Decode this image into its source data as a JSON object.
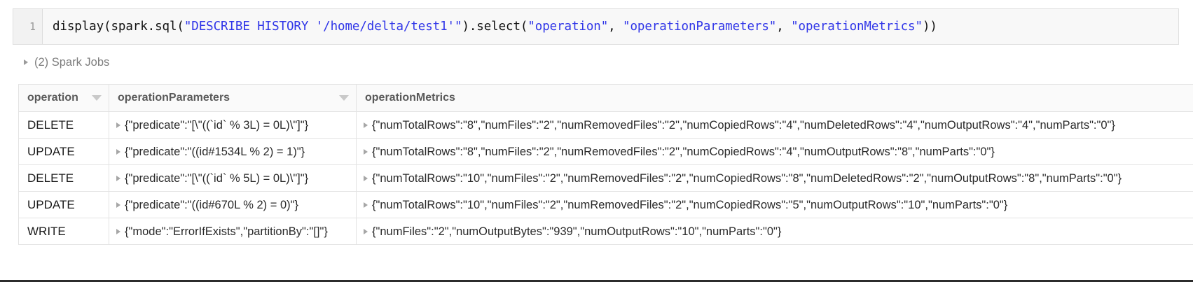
{
  "notebook": {
    "line_number": "1",
    "code_segments": [
      {
        "text": "display(spark.sql(",
        "type": "plain"
      },
      {
        "text": "\"DESCRIBE HISTORY '/home/delta/test1'\"",
        "type": "string"
      },
      {
        "text": ").select(",
        "type": "plain"
      },
      {
        "text": "\"operation\"",
        "type": "string"
      },
      {
        "text": ", ",
        "type": "plain"
      },
      {
        "text": "\"operationParameters\"",
        "type": "string"
      },
      {
        "text": ", ",
        "type": "plain"
      },
      {
        "text": "\"operationMetrics\"",
        "type": "string"
      },
      {
        "text": "))",
        "type": "plain"
      }
    ],
    "code_plain": "display(spark.sql(\"DESCRIBE HISTORY '/home/delta/test1'\").select(\"operation\", \"operationParameters\", \"operationMetrics\"))",
    "spark_jobs_label": "(2) Spark Jobs",
    "spark_jobs_expanded": false
  },
  "table": {
    "columns": [
      {
        "label": "operation",
        "has_sort_caret": true
      },
      {
        "label": "operationParameters",
        "has_sort_caret": true
      },
      {
        "label": "operationMetrics",
        "has_sort_caret": false
      }
    ],
    "rows": [
      {
        "operation": "DELETE",
        "operationParameters": "{\"predicate\":\"[\\\"((`id` % 3L) = 0L)\\\"]\"}",
        "operationMetrics": "{\"numTotalRows\":\"8\",\"numFiles\":\"2\",\"numRemovedFiles\":\"2\",\"numCopiedRows\":\"4\",\"numDeletedRows\":\"4\",\"numOutputRows\":\"4\",\"numParts\":\"0\"}"
      },
      {
        "operation": "UPDATE",
        "operationParameters": "{\"predicate\":\"((id#1534L % 2) = 1)\"}",
        "operationMetrics": "{\"numTotalRows\":\"8\",\"numFiles\":\"2\",\"numRemovedFiles\":\"2\",\"numCopiedRows\":\"4\",\"numOutputRows\":\"8\",\"numParts\":\"0\"}"
      },
      {
        "operation": "DELETE",
        "operationParameters": "{\"predicate\":\"[\\\"((`id` % 5L) = 0L)\\\"]\"}",
        "operationMetrics": "{\"numTotalRows\":\"10\",\"numFiles\":\"2\",\"numRemovedFiles\":\"2\",\"numCopiedRows\":\"8\",\"numDeletedRows\":\"2\",\"numOutputRows\":\"8\",\"numParts\":\"0\"}"
      },
      {
        "operation": "UPDATE",
        "operationParameters": "{\"predicate\":\"((id#670L % 2) = 0)\"}",
        "operationMetrics": "{\"numTotalRows\":\"10\",\"numFiles\":\"2\",\"numRemovedFiles\":\"2\",\"numCopiedRows\":\"5\",\"numOutputRows\":\"10\",\"numParts\":\"0\"}"
      },
      {
        "operation": "WRITE",
        "operationParameters": "{\"mode\":\"ErrorIfExists\",\"partitionBy\":\"[]\"}",
        "operationMetrics": "{\"numFiles\":\"2\",\"numOutputBytes\":\"939\",\"numOutputRows\":\"10\",\"numParts\":\"0\"}"
      }
    ]
  },
  "colors": {
    "code_string": "#2f35e8",
    "code_text": "#111111",
    "muted_text": "#7d7d7d",
    "header_text": "#5a5a5a",
    "border": "#e3e3e3",
    "cell_bg": "#f8f8f8"
  }
}
